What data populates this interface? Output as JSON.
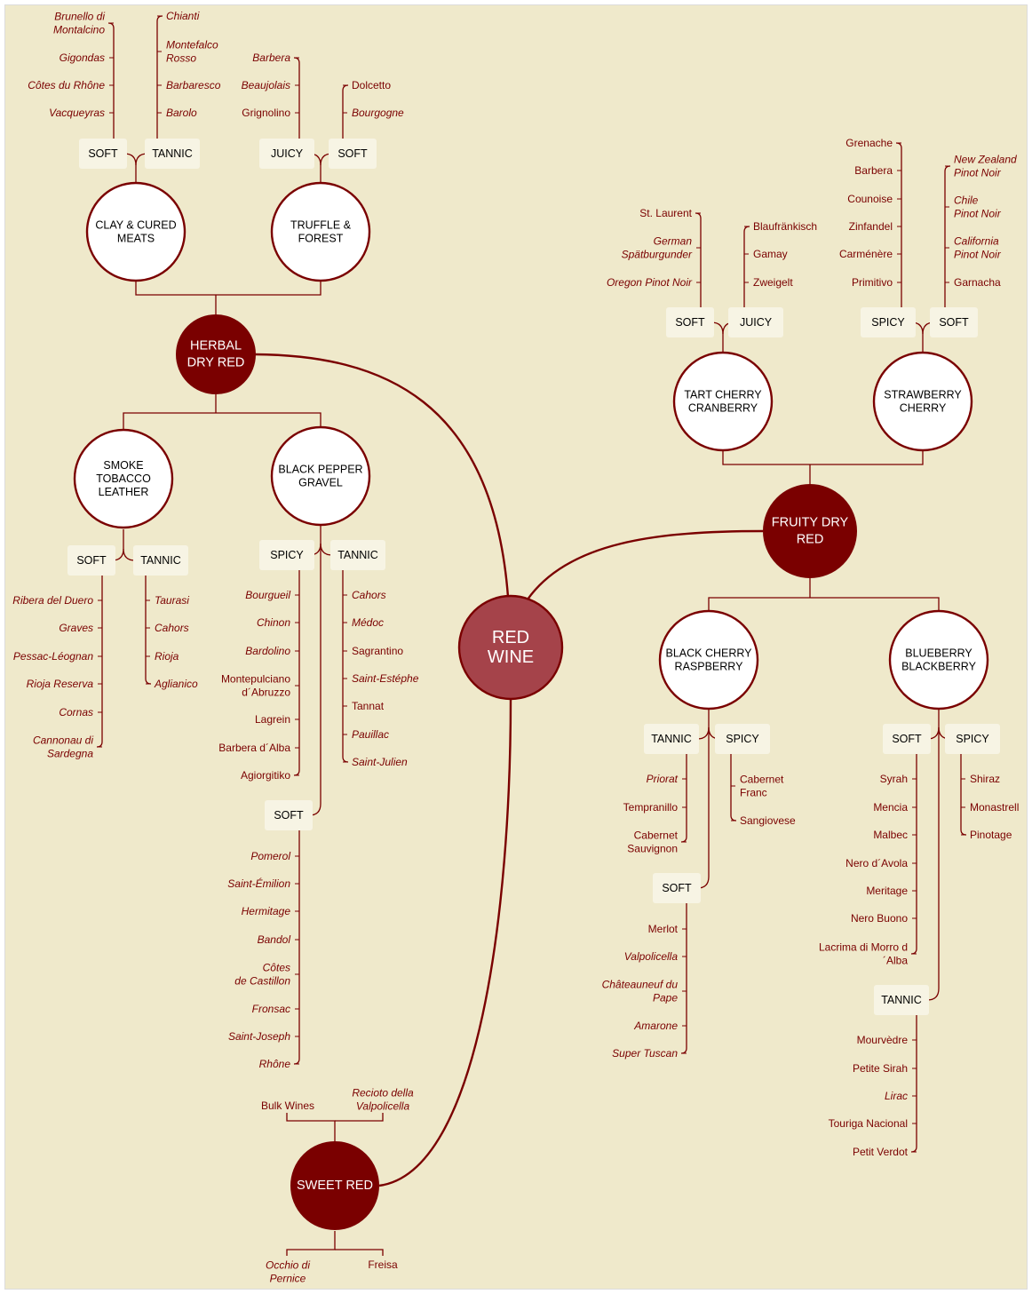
{
  "colors": {
    "background": "#efe9cb",
    "border": "#dcdcdc",
    "line": "#7a0000",
    "hub": "#a5434a",
    "category": "#7a0000",
    "tag": "#f7f4e4",
    "text": "#7a0000"
  },
  "root": {
    "label": [
      "RED",
      "WINE"
    ]
  },
  "categories": {
    "herbal": [
      "HERBAL",
      "DRY RED"
    ],
    "fruity": [
      "FRUITY DRY",
      "RED"
    ],
    "sweet": [
      "SWEET RED"
    ]
  },
  "subcategories": {
    "clay": [
      "CLAY & CURED",
      "MEATS"
    ],
    "truffle": [
      "TRUFFLE &",
      "FOREST"
    ],
    "smoke": [
      "SMOKE",
      "TOBACCO",
      "LEATHER"
    ],
    "pepper": [
      "BLACK PEPPER",
      "GRAVEL"
    ],
    "tart": [
      "TART CHERRY",
      "CRANBERRY"
    ],
    "straw": [
      "STRAWBERRY",
      "CHERRY"
    ],
    "blackcherry": [
      "BLACK CHERRY",
      "RASPBERRY"
    ],
    "blueberry": [
      "BLUEBERRY",
      "BLACKBERRY"
    ]
  },
  "groups": {
    "clay_soft": {
      "tag": "SOFT",
      "wines": [
        {
          "lines": [
            "Brunello di",
            "Montalcino"
          ],
          "italic": true
        },
        {
          "lines": [
            "Gigondas"
          ],
          "italic": true
        },
        {
          "lines": [
            "Côtes du Rhône"
          ],
          "italic": true
        },
        {
          "lines": [
            "Vacqueyras"
          ],
          "italic": true
        }
      ]
    },
    "clay_tannic": {
      "tag": "TANNIC",
      "wines": [
        {
          "lines": [
            "Chianti"
          ],
          "italic": true
        },
        {
          "lines": [
            "Montefalco",
            "Rosso"
          ],
          "italic": true
        },
        {
          "lines": [
            "Barbaresco"
          ],
          "italic": true
        },
        {
          "lines": [
            "Barolo"
          ],
          "italic": true
        }
      ]
    },
    "truffle_juicy": {
      "tag": "JUICY",
      "wines": [
        {
          "lines": [
            "Barbera"
          ],
          "italic": true
        },
        {
          "lines": [
            "Beaujolais"
          ],
          "italic": true
        },
        {
          "lines": [
            "Grignolino"
          ],
          "italic": false
        }
      ]
    },
    "truffle_soft": {
      "tag": "SOFT",
      "wines": [
        {
          "lines": [
            "Dolcetto"
          ],
          "italic": false
        },
        {
          "lines": [
            "Bourgogne"
          ],
          "italic": true
        }
      ]
    },
    "smoke_soft": {
      "tag": "SOFT",
      "wines": [
        {
          "lines": [
            "Ribera del Duero"
          ],
          "italic": true
        },
        {
          "lines": [
            "Graves"
          ],
          "italic": true
        },
        {
          "lines": [
            "Pessac-Léognan"
          ],
          "italic": true
        },
        {
          "lines": [
            "Rioja Reserva"
          ],
          "italic": true
        },
        {
          "lines": [
            "Cornas"
          ],
          "italic": true
        },
        {
          "lines": [
            "Cannonau di",
            "Sardegna"
          ],
          "italic": true
        }
      ]
    },
    "smoke_tannic": {
      "tag": "TANNIC",
      "wines": [
        {
          "lines": [
            "Taurasi"
          ],
          "italic": true
        },
        {
          "lines": [
            "Cahors"
          ],
          "italic": true
        },
        {
          "lines": [
            "Rioja"
          ],
          "italic": true
        },
        {
          "lines": [
            "Aglianico"
          ],
          "italic": true
        }
      ]
    },
    "pepper_spicy": {
      "tag": "SPICY",
      "wines": [
        {
          "lines": [
            "Bourgueil"
          ],
          "italic": true
        },
        {
          "lines": [
            "Chinon"
          ],
          "italic": true
        },
        {
          "lines": [
            "Bardolino"
          ],
          "italic": true
        },
        {
          "lines": [
            "Montepulciano",
            "d´Abruzzo"
          ],
          "italic": false
        },
        {
          "lines": [
            "Lagrein"
          ],
          "italic": false
        },
        {
          "lines": [
            "Barbera d´Alba"
          ],
          "italic": false
        },
        {
          "lines": [
            "Agiorgitiko"
          ],
          "italic": false
        }
      ]
    },
    "pepper_tannic": {
      "tag": "TANNIC",
      "wines": [
        {
          "lines": [
            "Cahors"
          ],
          "italic": true
        },
        {
          "lines": [
            "Médoc"
          ],
          "italic": true
        },
        {
          "lines": [
            "Sagrantino"
          ],
          "italic": false
        },
        {
          "lines": [
            "Saint-Estéphe"
          ],
          "italic": true
        },
        {
          "lines": [
            "Tannat"
          ],
          "italic": false
        },
        {
          "lines": [
            "Pauillac"
          ],
          "italic": true
        },
        {
          "lines": [
            "Saint-Julien"
          ],
          "italic": true
        }
      ]
    },
    "pepper_soft": {
      "tag": "SOFT",
      "wines": [
        {
          "lines": [
            "Pomerol"
          ],
          "italic": true
        },
        {
          "lines": [
            "Saint-Émilion"
          ],
          "italic": true
        },
        {
          "lines": [
            "Hermitage"
          ],
          "italic": true
        },
        {
          "lines": [
            "Bandol"
          ],
          "italic": true
        },
        {
          "lines": [
            "Côtes",
            "de Castillon"
          ],
          "italic": true
        },
        {
          "lines": [
            "Fronsac"
          ],
          "italic": true
        },
        {
          "lines": [
            "Saint-Joseph"
          ],
          "italic": true
        },
        {
          "lines": [
            "Rhône"
          ],
          "italic": true
        }
      ]
    },
    "sweet_top": {
      "wines": [
        {
          "lines": [
            "Bulk Wines"
          ],
          "italic": false
        },
        {
          "lines": [
            "Recioto della",
            "Valpolicella"
          ],
          "italic": true
        }
      ]
    },
    "sweet_bottom": {
      "wines": [
        {
          "lines": [
            "Occhio di",
            "Pernice"
          ],
          "italic": true
        },
        {
          "lines": [
            "Freisa"
          ],
          "italic": false
        }
      ]
    },
    "tart_soft": {
      "tag": "SOFT",
      "wines": [
        {
          "lines": [
            "St. Laurent"
          ],
          "italic": false
        },
        {
          "lines": [
            "German",
            "Spätburgunder"
          ],
          "italic": true
        },
        {
          "lines": [
            "Oregon Pinot Noir"
          ],
          "italic": true
        }
      ]
    },
    "tart_juicy": {
      "tag": "JUICY",
      "wines": [
        {
          "lines": [
            "Blaufränkisch"
          ],
          "italic": false
        },
        {
          "lines": [
            "Gamay"
          ],
          "italic": false
        },
        {
          "lines": [
            "Zweigelt"
          ],
          "italic": false
        }
      ]
    },
    "straw_spicy": {
      "tag": "SPICY",
      "wines": [
        {
          "lines": [
            "Grenache"
          ],
          "italic": false
        },
        {
          "lines": [
            "Barbera"
          ],
          "italic": false
        },
        {
          "lines": [
            "Counoise"
          ],
          "italic": false
        },
        {
          "lines": [
            "Zinfandel"
          ],
          "italic": false
        },
        {
          "lines": [
            "Carménère"
          ],
          "italic": false
        },
        {
          "lines": [
            "Primitivo"
          ],
          "italic": false
        }
      ]
    },
    "straw_soft": {
      "tag": "SOFT",
      "wines": [
        {
          "lines": [
            "New Zealand",
            "Pinot Noir"
          ],
          "italic": true
        },
        {
          "lines": [
            "Chile",
            "Pinot Noir"
          ],
          "italic": true
        },
        {
          "lines": [
            "California",
            "Pinot Noir"
          ],
          "italic": true
        },
        {
          "lines": [
            "Garnacha"
          ],
          "italic": false
        }
      ]
    },
    "bc_tannic": {
      "tag": "TANNIC",
      "wines": [
        {
          "lines": [
            "Priorat"
          ],
          "italic": true
        },
        {
          "lines": [
            "Tempranillo"
          ],
          "italic": false
        },
        {
          "lines": [
            "Cabernet",
            "Sauvignon"
          ],
          "italic": false
        }
      ]
    },
    "bc_spicy": {
      "tag": "SPICY",
      "wines": [
        {
          "lines": [
            "Cabernet",
            "Franc"
          ],
          "italic": false
        },
        {
          "lines": [
            "Sangiovese"
          ],
          "italic": false
        }
      ]
    },
    "bc_soft": {
      "tag": "SOFT",
      "wines": [
        {
          "lines": [
            "Merlot"
          ],
          "italic": false
        },
        {
          "lines": [
            "Valpolicella"
          ],
          "italic": true
        },
        {
          "lines": [
            "Châteauneuf du",
            "Pape"
          ],
          "italic": true
        },
        {
          "lines": [
            "Amarone"
          ],
          "italic": true
        },
        {
          "lines": [
            "Super Tuscan"
          ],
          "italic": true
        }
      ]
    },
    "bb_soft": {
      "tag": "SOFT",
      "wines": [
        {
          "lines": [
            "Syrah"
          ],
          "italic": false
        },
        {
          "lines": [
            "Mencia"
          ],
          "italic": false
        },
        {
          "lines": [
            "Malbec"
          ],
          "italic": false
        },
        {
          "lines": [
            "Nero d´Avola"
          ],
          "italic": false
        },
        {
          "lines": [
            "Meritage"
          ],
          "italic": false
        },
        {
          "lines": [
            "Nero Buono"
          ],
          "italic": false
        },
        {
          "lines": [
            "Lacrima di Morro d",
            "´Alba"
          ],
          "italic": false
        }
      ]
    },
    "bb_spicy": {
      "tag": "SPICY",
      "wines": [
        {
          "lines": [
            "Shiraz"
          ],
          "italic": false
        },
        {
          "lines": [
            "Monastrell"
          ],
          "italic": false
        },
        {
          "lines": [
            "Pinotage"
          ],
          "italic": false
        }
      ]
    },
    "bb_tannic": {
      "tag": "TANNIC",
      "wines": [
        {
          "lines": [
            "Mourvèdre"
          ],
          "italic": false
        },
        {
          "lines": [
            "Petite Sirah"
          ],
          "italic": false
        },
        {
          "lines": [
            "Lirac"
          ],
          "italic": true
        },
        {
          "lines": [
            "Touriga Nacional"
          ],
          "italic": false
        },
        {
          "lines": [
            "Petit Verdot"
          ],
          "italic": false
        }
      ]
    }
  }
}
